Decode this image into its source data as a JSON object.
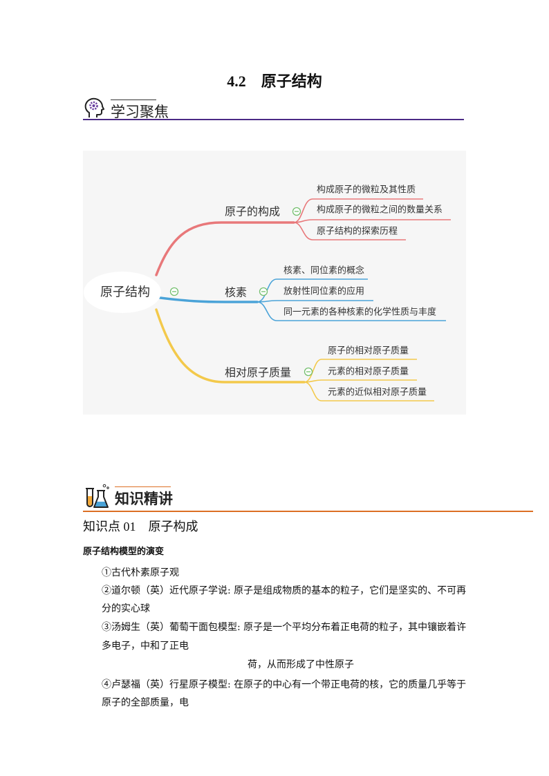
{
  "title": "4.2　原子结构",
  "sections": {
    "focus": {
      "label": "学习聚焦",
      "icon": "head-gear-icon",
      "line_color": "#4b2a85"
    },
    "lecture": {
      "label": "知识精讲",
      "icon": "flask-icon",
      "line_color": "#dc6f23"
    }
  },
  "mindmap": {
    "root": "原子结构",
    "collapse_icon": "minus-circle-icon",
    "collapse_color": "#74bf6e",
    "branches": [
      {
        "label": "原子的构成",
        "color": "#e8787a",
        "items": [
          "构成原子的微粒及其性质",
          "构成原子的微粒之间的数量关系",
          "原子结构的探索历程"
        ]
      },
      {
        "label": "核素",
        "color": "#4aa3d8",
        "items": [
          "核素、同位素的概念",
          "放射性同位素的应用",
          "同一元素的各种核素的化学性质与丰度"
        ]
      },
      {
        "label": "相对原子质量",
        "color": "#f3c94b",
        "items": [
          "原子的相对原子质量",
          "元素的相对原子质量",
          "元素的近似相对原子质量"
        ]
      }
    ]
  },
  "knowledge_point": "知识点 01　原子构成",
  "subheading": "原子结构模型的演变",
  "body": {
    "lines": [
      "①古代朴素原子观",
      "②道尔顿（英）近代原子学说: 原子是组成物质的基本的粒子，它们是坚实的、不可再",
      "分的实心球",
      "③汤姆生（英）葡萄干面包模型: 原子是一个平均分布着正电荷的粒子，其中镶嵌着许",
      "多电子，中和了正电",
      "荷，从而形成了中性原子",
      "④卢瑟福（英）行星原子模型: 在原子的中心有一个带正电荷的核，它的质量几乎等于",
      "原子的全部质量，电"
    ]
  }
}
